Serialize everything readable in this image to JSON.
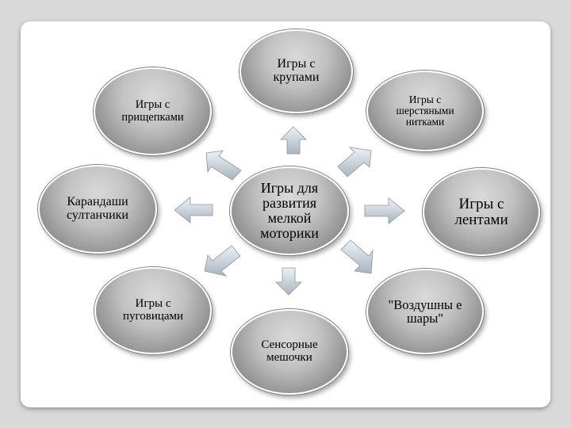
{
  "diagram": {
    "center": "Игры для развития мелкой моторики",
    "nodes": {
      "top": "Игры с крупами",
      "top_right": "Игры с шерстяными нитками",
      "right": "Игры с лентами",
      "bottom_right": "\"Воздушны е шары\"",
      "bottom": "Сенсорные мешочки",
      "bottom_left": "Игры с пуговицами",
      "left": "Карандаши султанчики",
      "top_left": "Игры с прищепками"
    },
    "colors": {
      "background": "#d9d9d9",
      "slide": "#ffffff",
      "node_fill": "#b8b8b8",
      "arrow_fill": "#c9d2dc"
    }
  }
}
